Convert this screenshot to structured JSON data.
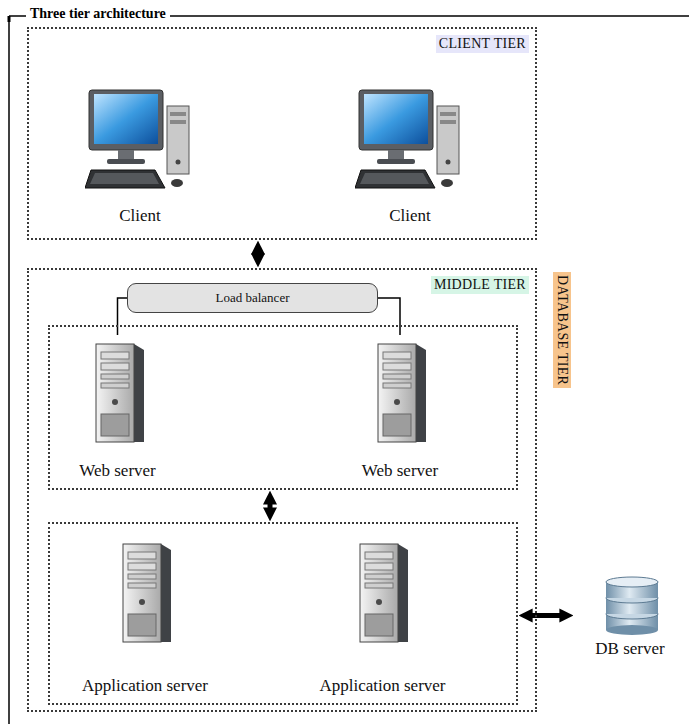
{
  "diagram": {
    "title": "Three tier architecture",
    "nodes": [
      {
        "text": [
          "CLIENT TIER"
        ]
      },
      {
        "text": [
          "Client"
        ],
        "in": 0
      },
      {
        "text": [
          "Client"
        ],
        "in": 0
      },
      {
        "text": [
          "MIDDLE TIER"
        ]
      },
      {
        "text": [
          "Load balancer"
        ],
        "in": 3
      },
      {
        "in": 3
      },
      {
        "text": [
          "Web server"
        ],
        "in": 5
      },
      {
        "text": [
          "Web server"
        ],
        "in": 5
      },
      {
        "in": 3
      },
      {
        "text": [
          "Application  server"
        ],
        "in": 8
      },
      {
        "text": [
          "Application  server"
        ],
        "in": 8
      },
      {
        "text": [
          "DATABASE TIER"
        ]
      },
      {
        "text": [
          "DB server"
        ],
        "in": 11
      }
    ],
    "edges": [
      {
        "from": 0,
        "to": 3,
        "arrow": "both"
      },
      {
        "from": 4,
        "to": 6,
        "arrow": "none"
      },
      {
        "from": 4,
        "to": 7,
        "arrow": "none"
      },
      {
        "from": 5,
        "to": 8,
        "arrow": "both"
      },
      {
        "from": 8,
        "to": 12,
        "arrow": "both"
      }
    ]
  }
}
